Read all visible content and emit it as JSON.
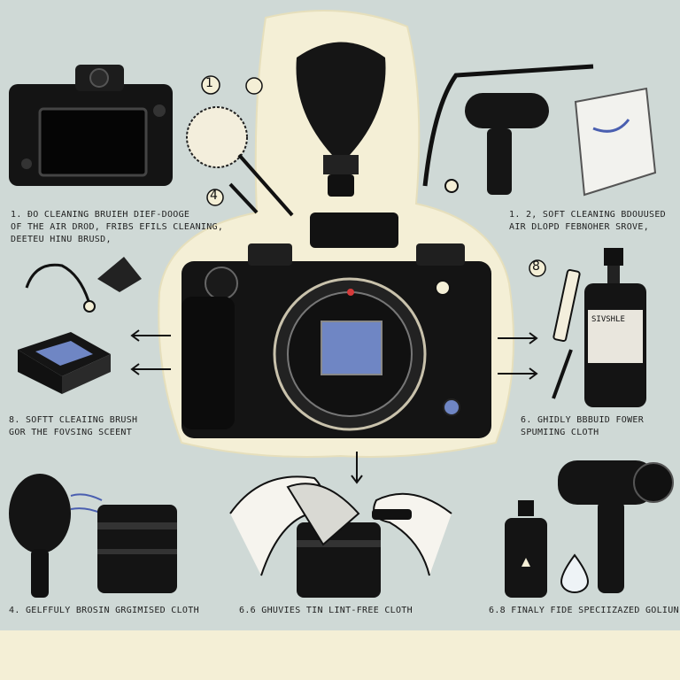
{
  "steps": {
    "top_number": "1",
    "mid_number": "4",
    "right_number": "8",
    "caption_top_left_line1": "1. ĐO CLEANING BRUIEH DIEF-DOOGE",
    "caption_top_left_line2": "OF THE AIR DROD, FRIBS EFILS CLEANING,",
    "caption_top_left_line3": "DEETEU HINU BRUSD,",
    "caption_top_right_line1": "1. 2, SOFT CLEANING BDOUUSED",
    "caption_top_right_line2": "AIR DLOPD FEBNOHER SROVE,",
    "caption_mid_left_line1": "8. SOFTT CLEAIING BRUSH",
    "caption_mid_left_line2": "GOR THE FOVSING SCEENT",
    "caption_mid_right_line1": "6. GHIDLY BBBUID FOWER",
    "caption_mid_right_line2": "SPUMIING CLOTH",
    "caption_bottom_left": "4. GELFFULY BROSIN GRGIMISED CLOTH",
    "caption_bottom_center": "6.6 GHUVIES TIN LINT-FREE CLOTH",
    "caption_bottom_right": "6.8 FINALY FIDE SPECIIZAZED GOLIUN.",
    "bottle_label": "SIVSHLE"
  },
  "colors": {
    "background": "#cfd9d6",
    "highlight_band": "#f4efd6",
    "ink": "#111111",
    "lens_blue": "#6f86c4",
    "accent_red": "#d63a3a"
  }
}
